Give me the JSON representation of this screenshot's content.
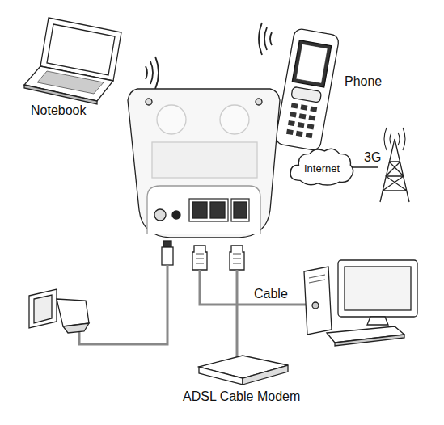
{
  "diagram": {
    "nodes": [
      {
        "text": [
          "Internet"
        ]
      }
    ],
    "labels": [
      "Notebook",
      "Phone",
      "3G",
      "Cable",
      "ADSL Cable Modem"
    ]
  }
}
